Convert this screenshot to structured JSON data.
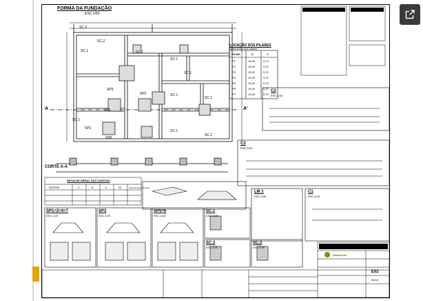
{
  "toolbar": {
    "expand_button_icon": "expand-icon"
  },
  "drawing": {
    "foundation_plan": {
      "title": "FORMA DA FUNDAÇÃO",
      "scale": "ESC:1/50",
      "corte_label": "CORTE A-A",
      "section_mark_a": "A",
      "section_mark_a_prime": "A'",
      "labels": [
        "SC.3",
        "SC.2",
        "SC.1",
        "SC.1",
        "SC.1",
        "SC.1",
        "SC.1",
        "SC.1",
        "SC.1",
        "SP3",
        "SP2",
        "SP5",
        "SP6",
        "SP1",
        "SC.1",
        "SC.1"
      ]
    },
    "pillar_location": {
      "title": "LOCAÇÃO DOS PILARES",
      "subtitle": "Dimensões dos pilares",
      "headers": [
        "PILAR",
        "X",
        "Y"
      ],
      "rows": [
        [
          "P1",
          "15,00",
          "5,70"
        ],
        [
          "P2",
          "15,00",
          "5,70"
        ],
        [
          "P3",
          "15,00",
          "5,70"
        ],
        [
          "P4",
          "15,00",
          "5,70"
        ],
        [
          "P5",
          "15,00",
          "5,70"
        ],
        [
          "P6",
          "15,00",
          "5,70"
        ],
        [
          "P7",
          "15,00",
          "5,70"
        ]
      ]
    },
    "beam_details": [
      {
        "name": "C2",
        "scale": "ESC:1/25"
      },
      {
        "name": "C3",
        "scale": "ESC:1/25"
      },
      {
        "name": "LM 1",
        "scale": "ESC:1/25"
      },
      {
        "name": "C1",
        "scale": "ESC:1/25"
      }
    ],
    "footing_table": {
      "title": "DETALHE GERAL DAS SAPATAS",
      "headers": [
        "SAPATAS",
        "A",
        "B",
        "h",
        "h0",
        "Cota de assentamento"
      ]
    },
    "footing_details": [
      {
        "name": "SP1=2=4=7",
        "scale": "ESC:1/25"
      },
      {
        "name": "SP3",
        "scale": "ESC:1/25"
      },
      {
        "name": "SP5=6",
        "scale": "ESC:1/25"
      },
      {
        "name": "SC.1",
        "scale": "ESC:1/25"
      },
      {
        "name": "SC.3",
        "scale": "ESC:1/25"
      },
      {
        "name": "SC.2",
        "scale": "ESC:1/25"
      }
    ],
    "title_block": {
      "company": "Sinduscon",
      "sheet_code": "E02",
      "page": "02/03"
    }
  }
}
